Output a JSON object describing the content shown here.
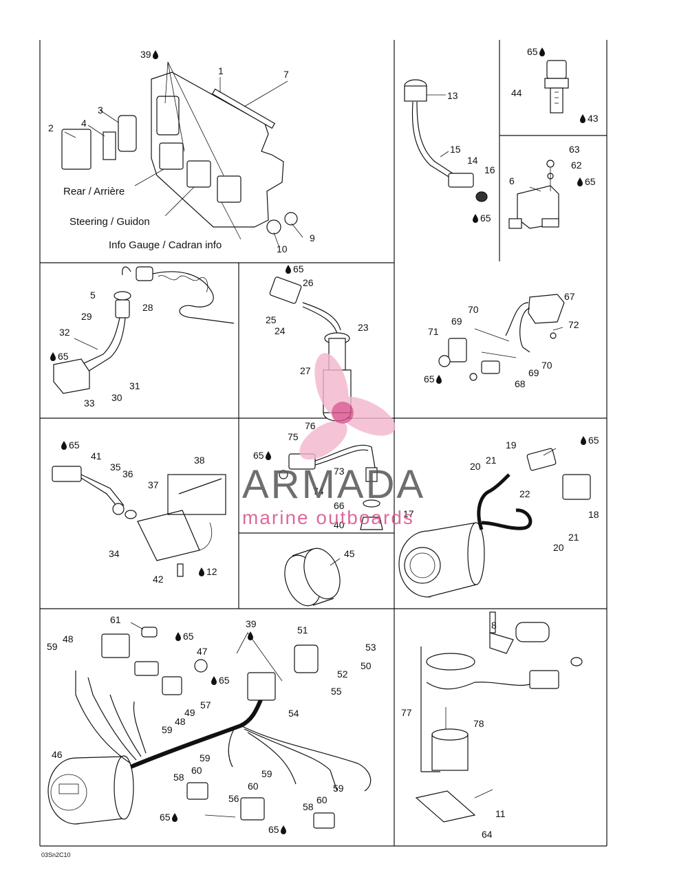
{
  "captions": {
    "rear": "Rear / Arrière",
    "steering": "Steering / Guidon",
    "info_gauge": "Info Gauge / Cadran info"
  },
  "watermark": {
    "brand": "ARMADA",
    "tagline": "marine outboards",
    "brand_color": "#555555",
    "accent_color": "#d8508c"
  },
  "drawing_code": "03Sn2C10",
  "icons": {
    "drop": "oil-drop-icon"
  },
  "part_labels": [
    {
      "id": "p1",
      "text": "1"
    },
    {
      "id": "p2",
      "text": "2"
    },
    {
      "id": "p3",
      "text": "3"
    },
    {
      "id": "p4",
      "text": "4"
    },
    {
      "id": "p7",
      "text": "7"
    },
    {
      "id": "p9",
      "text": "9"
    },
    {
      "id": "p10",
      "text": "10"
    },
    {
      "id": "p39a",
      "text": "39"
    },
    {
      "id": "p13",
      "text": "13"
    },
    {
      "id": "p14",
      "text": "14"
    },
    {
      "id": "p15",
      "text": "15"
    },
    {
      "id": "p16",
      "text": "16"
    },
    {
      "id": "p65a",
      "text": "65"
    },
    {
      "id": "p65b",
      "text": "65"
    },
    {
      "id": "p44",
      "text": "44"
    },
    {
      "id": "p43",
      "text": "43"
    },
    {
      "id": "p63",
      "text": "63"
    },
    {
      "id": "p62",
      "text": "62"
    },
    {
      "id": "p6",
      "text": "6"
    },
    {
      "id": "p65c",
      "text": "65"
    },
    {
      "id": "p5",
      "text": "5"
    },
    {
      "id": "p28",
      "text": "28"
    },
    {
      "id": "p29",
      "text": "29"
    },
    {
      "id": "p32",
      "text": "32"
    },
    {
      "id": "p65d",
      "text": "65"
    },
    {
      "id": "p31",
      "text": "31"
    },
    {
      "id": "p30",
      "text": "30"
    },
    {
      "id": "p33",
      "text": "33"
    },
    {
      "id": "p65e",
      "text": "65"
    },
    {
      "id": "p26",
      "text": "26"
    },
    {
      "id": "p25",
      "text": "25"
    },
    {
      "id": "p24",
      "text": "24"
    },
    {
      "id": "p23",
      "text": "23"
    },
    {
      "id": "p27",
      "text": "27"
    },
    {
      "id": "p67",
      "text": "67"
    },
    {
      "id": "p70a",
      "text": "70"
    },
    {
      "id": "p69a",
      "text": "69"
    },
    {
      "id": "p71",
      "text": "71"
    },
    {
      "id": "p72",
      "text": "72"
    },
    {
      "id": "p70b",
      "text": "70"
    },
    {
      "id": "p69b",
      "text": "69"
    },
    {
      "id": "p65f",
      "text": "65"
    },
    {
      "id": "p68",
      "text": "68"
    },
    {
      "id": "p65g",
      "text": "65"
    },
    {
      "id": "p41",
      "text": "41"
    },
    {
      "id": "p38",
      "text": "38"
    },
    {
      "id": "p35",
      "text": "35"
    },
    {
      "id": "p36",
      "text": "36"
    },
    {
      "id": "p37",
      "text": "37"
    },
    {
      "id": "p34",
      "text": "34"
    },
    {
      "id": "p42",
      "text": "42"
    },
    {
      "id": "p12",
      "text": "12"
    },
    {
      "id": "p76",
      "text": "76"
    },
    {
      "id": "p75",
      "text": "75"
    },
    {
      "id": "p65h",
      "text": "65"
    },
    {
      "id": "p73",
      "text": "73"
    },
    {
      "id": "p74",
      "text": "74"
    },
    {
      "id": "p66",
      "text": "66"
    },
    {
      "id": "p40",
      "text": "40"
    },
    {
      "id": "p45",
      "text": "45"
    },
    {
      "id": "p19",
      "text": "19"
    },
    {
      "id": "p65i",
      "text": "65"
    },
    {
      "id": "p20a",
      "text": "20"
    },
    {
      "id": "p21a",
      "text": "21"
    },
    {
      "id": "p22",
      "text": "22"
    },
    {
      "id": "p17",
      "text": "17"
    },
    {
      "id": "p18",
      "text": "18"
    },
    {
      "id": "p21b",
      "text": "21"
    },
    {
      "id": "p20b",
      "text": "20"
    },
    {
      "id": "p61",
      "text": "61"
    },
    {
      "id": "p48a",
      "text": "48"
    },
    {
      "id": "p65j",
      "text": "65"
    },
    {
      "id": "p59a",
      "text": "59"
    },
    {
      "id": "p47",
      "text": "47"
    },
    {
      "id": "p39b",
      "text": "39"
    },
    {
      "id": "p51",
      "text": "51"
    },
    {
      "id": "p53",
      "text": "53"
    },
    {
      "id": "p52",
      "text": "52"
    },
    {
      "id": "p50",
      "text": "50"
    },
    {
      "id": "p65k",
      "text": "65"
    },
    {
      "id": "p57",
      "text": "57"
    },
    {
      "id": "p55",
      "text": "55"
    },
    {
      "id": "p49",
      "text": "49"
    },
    {
      "id": "p54",
      "text": "54"
    },
    {
      "id": "p48b",
      "text": "48"
    },
    {
      "id": "p59b",
      "text": "59"
    },
    {
      "id": "p46",
      "text": "46"
    },
    {
      "id": "p59c",
      "text": "59"
    },
    {
      "id": "p58a",
      "text": "58"
    },
    {
      "id": "p60a",
      "text": "60"
    },
    {
      "id": "p59d",
      "text": "59"
    },
    {
      "id": "p60b",
      "text": "60"
    },
    {
      "id": "p59e",
      "text": "59"
    },
    {
      "id": "p56",
      "text": "56"
    },
    {
      "id": "p60c",
      "text": "60"
    },
    {
      "id": "p65l",
      "text": "65"
    },
    {
      "id": "p58b",
      "text": "58"
    },
    {
      "id": "p65m",
      "text": "65"
    },
    {
      "id": "p8",
      "text": "8"
    },
    {
      "id": "p77",
      "text": "77"
    },
    {
      "id": "p78",
      "text": "78"
    },
    {
      "id": "p11",
      "text": "11"
    },
    {
      "id": "p64",
      "text": "64"
    }
  ]
}
